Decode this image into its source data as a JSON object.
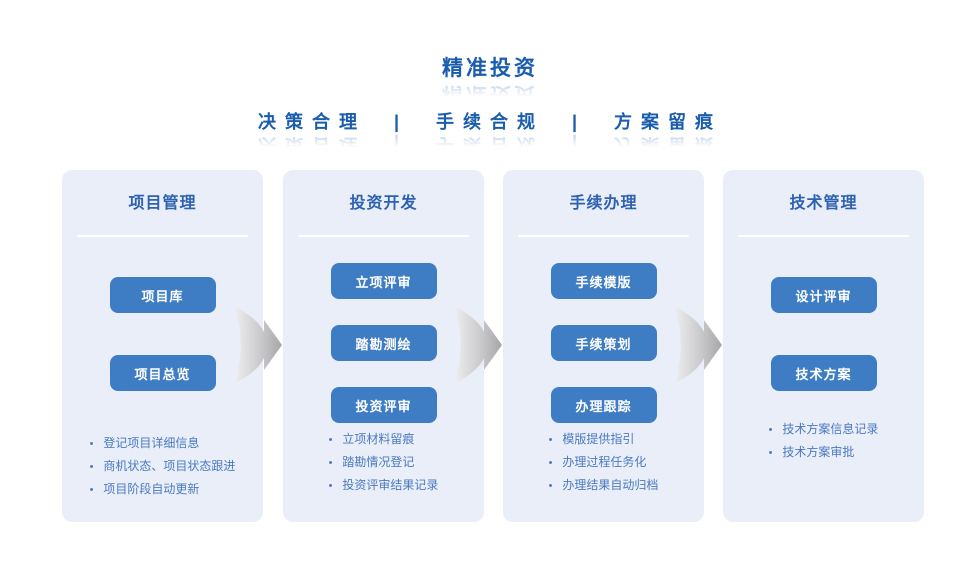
{
  "page": {
    "title": "精准投资",
    "tagline": "决策合理  |  手续合规  |  方案留痕"
  },
  "colors": {
    "accent_blue": "#3E7CC4",
    "heading_blue": "#1A5CAD",
    "card_title_blue": "#2E62B0",
    "card_background": "#E9EEF9",
    "bullet_text_blue": "#4B7AC0",
    "arrow_gray": "#A6A6A9"
  },
  "icons": {
    "flow_arrow": "right-swoosh-arrow"
  },
  "columns": [
    {
      "title": "项目管理",
      "buttons": [
        "项目库",
        "项目总览"
      ],
      "bullets": [
        "登记项目详细信息",
        "商机状态、项目状态跟进",
        "项目阶段自动更新"
      ]
    },
    {
      "title": "投资开发",
      "buttons": [
        "立项评审",
        "踏勘测绘",
        "投资评审"
      ],
      "bullets": [
        "立项材料留痕",
        "踏勘情况登记",
        "投资评审结果记录"
      ]
    },
    {
      "title": "手续办理",
      "buttons": [
        "手续模版",
        "手续策划",
        "办理跟踪"
      ],
      "bullets": [
        "模版提供指引",
        "办理过程任务化",
        "办理结果自动归档"
      ]
    },
    {
      "title": "技术管理",
      "buttons": [
        "设计评审",
        "技术方案"
      ],
      "bullets": [
        "技术方案信息记录",
        "技术方案审批"
      ]
    }
  ]
}
